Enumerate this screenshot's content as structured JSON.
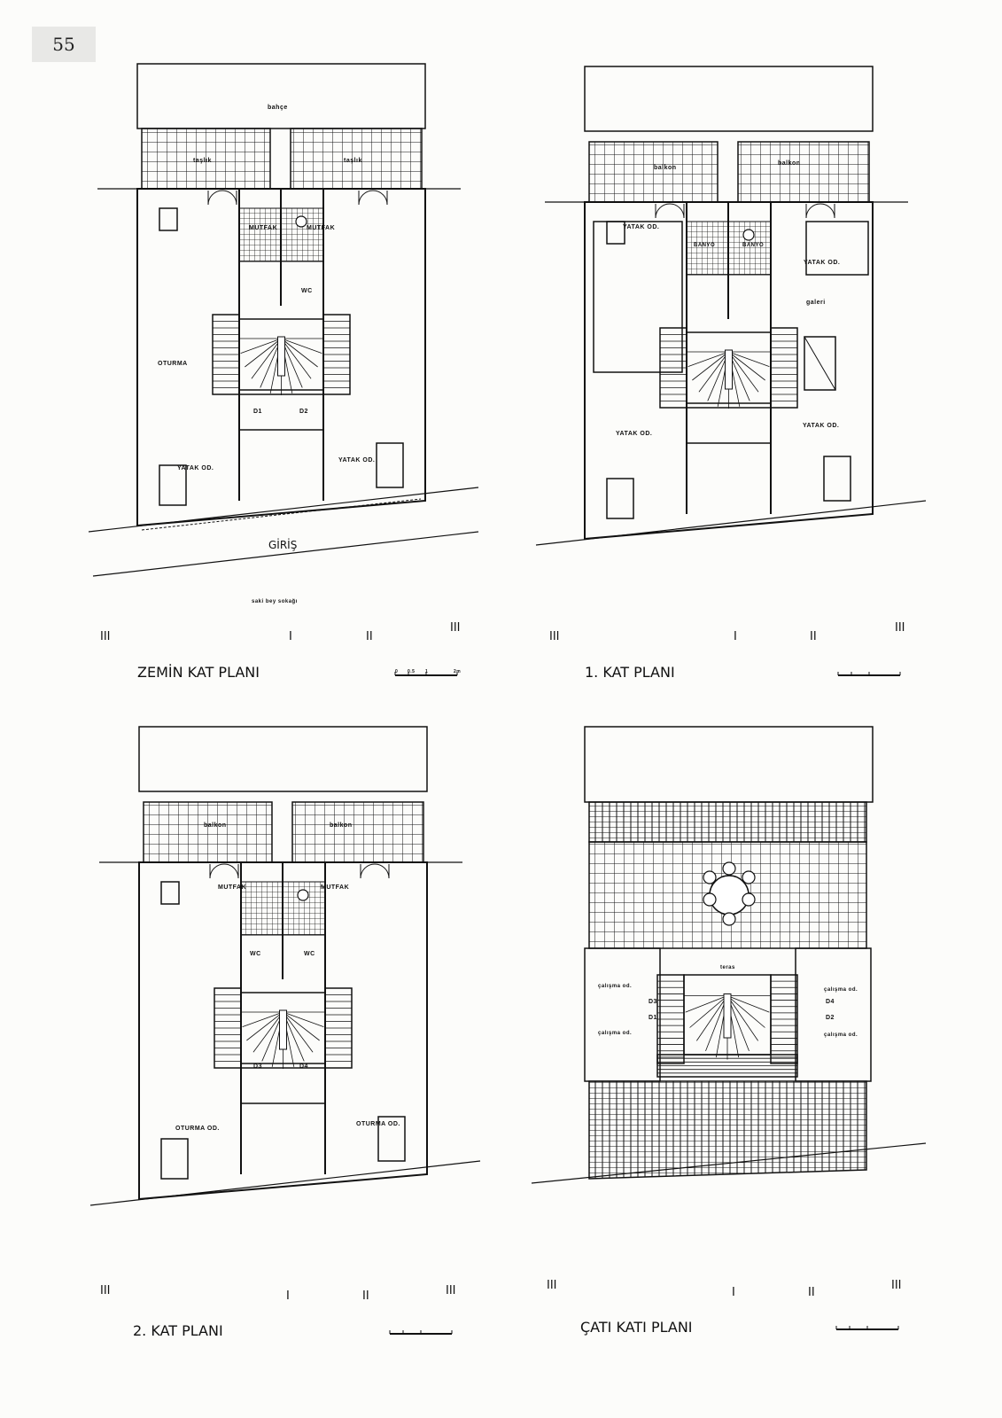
{
  "page_number": "55",
  "plans": [
    {
      "title": "ZEMİN KAT PLANI",
      "labels": {
        "garden": "bahçe",
        "terrace_left": "taşlık",
        "terrace_right": "taşlık",
        "kitchen_left": "MUTFAK",
        "kitchen_right": "MUTFAK",
        "wc": "WC",
        "living": "OTURMA",
        "bed_left": "YATAK OD.",
        "bed_right": "YATAK OD.",
        "d1": "D1",
        "d2": "D2",
        "entrance": "GİRİŞ",
        "street": "saki bey sokağı"
      }
    },
    {
      "title": "1. KAT PLANI",
      "labels": {
        "balcony_left": "balkon",
        "balcony_right": "balkon",
        "bed_tl": "YATAK OD.",
        "bed_tr": "YATAK OD.",
        "bed_bl": "YATAK OD.",
        "bed_br": "YATAK OD.",
        "bath_left": "BANYO",
        "bath_right": "BANYO",
        "gallery": "galeri"
      }
    },
    {
      "title": "2. KAT PLANI",
      "labels": {
        "balcony_left": "balkon",
        "balcony_right": "balkon",
        "kitchen_left": "MUTFAK",
        "kitchen_right": "MUTFAK",
        "wc_left": "WC",
        "wc_right": "WC",
        "d3": "D3",
        "d4": "D4",
        "living_left": "OTURMA OD.",
        "living_right": "OTURMA OD."
      }
    },
    {
      "title": "ÇATI KATI PLANI",
      "labels": {
        "terrace": "teras",
        "study_1": "çalışma od.",
        "study_2": "çalışma od.",
        "study_3": "çalışma od.",
        "study_4": "çalışma od.",
        "d3": "D3",
        "d1": "D1",
        "d4": "D4",
        "d2": "D2"
      }
    }
  ],
  "section_marks": {
    "section_3": "III",
    "section_1": "I",
    "section_2": "II"
  },
  "scale_bar": {
    "ticks": [
      "0",
      "0.5",
      "1",
      "2m"
    ]
  },
  "colors": {
    "ink": "#111111",
    "paper": "#fcfcfa"
  }
}
